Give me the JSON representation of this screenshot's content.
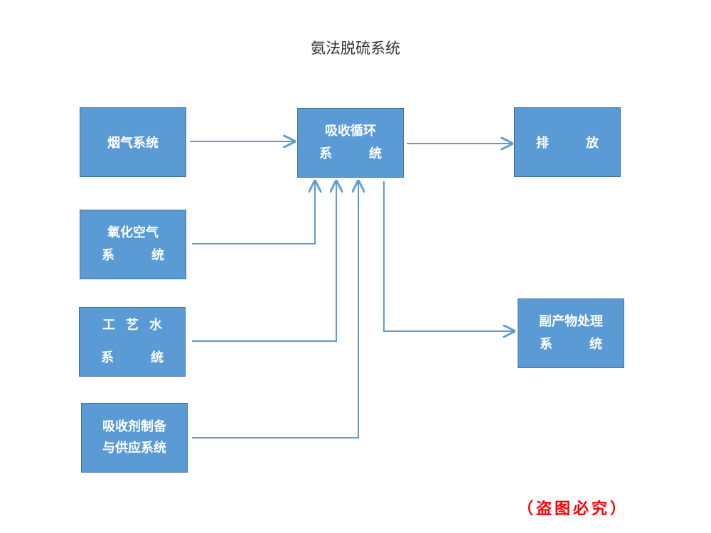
{
  "title": "氨法脱硫系统",
  "nodes": {
    "flue_gas": {
      "lines": [
        "烟气系统"
      ]
    },
    "oxidation_air": {
      "lines": [
        "氧化空气",
        [
          "系",
          "统"
        ]
      ]
    },
    "process_water": {
      "lines": [
        [
          "工",
          "艺",
          "水"
        ],
        [
          "系",
          "统"
        ]
      ]
    },
    "absorbent_supply": {
      "lines": [
        "吸收剂制备",
        "与供应系统"
      ]
    },
    "absorption_cycle": {
      "lines": [
        "吸收循环",
        [
          "系",
          "统"
        ]
      ]
    },
    "discharge": {
      "lines": [
        [
          "排",
          "放"
        ]
      ]
    },
    "byproduct": {
      "lines": [
        "副产物处理",
        [
          "系",
          "统"
        ]
      ]
    }
  },
  "colors": {
    "box_fill": "#5b9bd5",
    "box_border": "#41719c",
    "arrow": "#5b9bd5",
    "watermark": "#ff0000"
  },
  "watermark": "（盗图必究）"
}
